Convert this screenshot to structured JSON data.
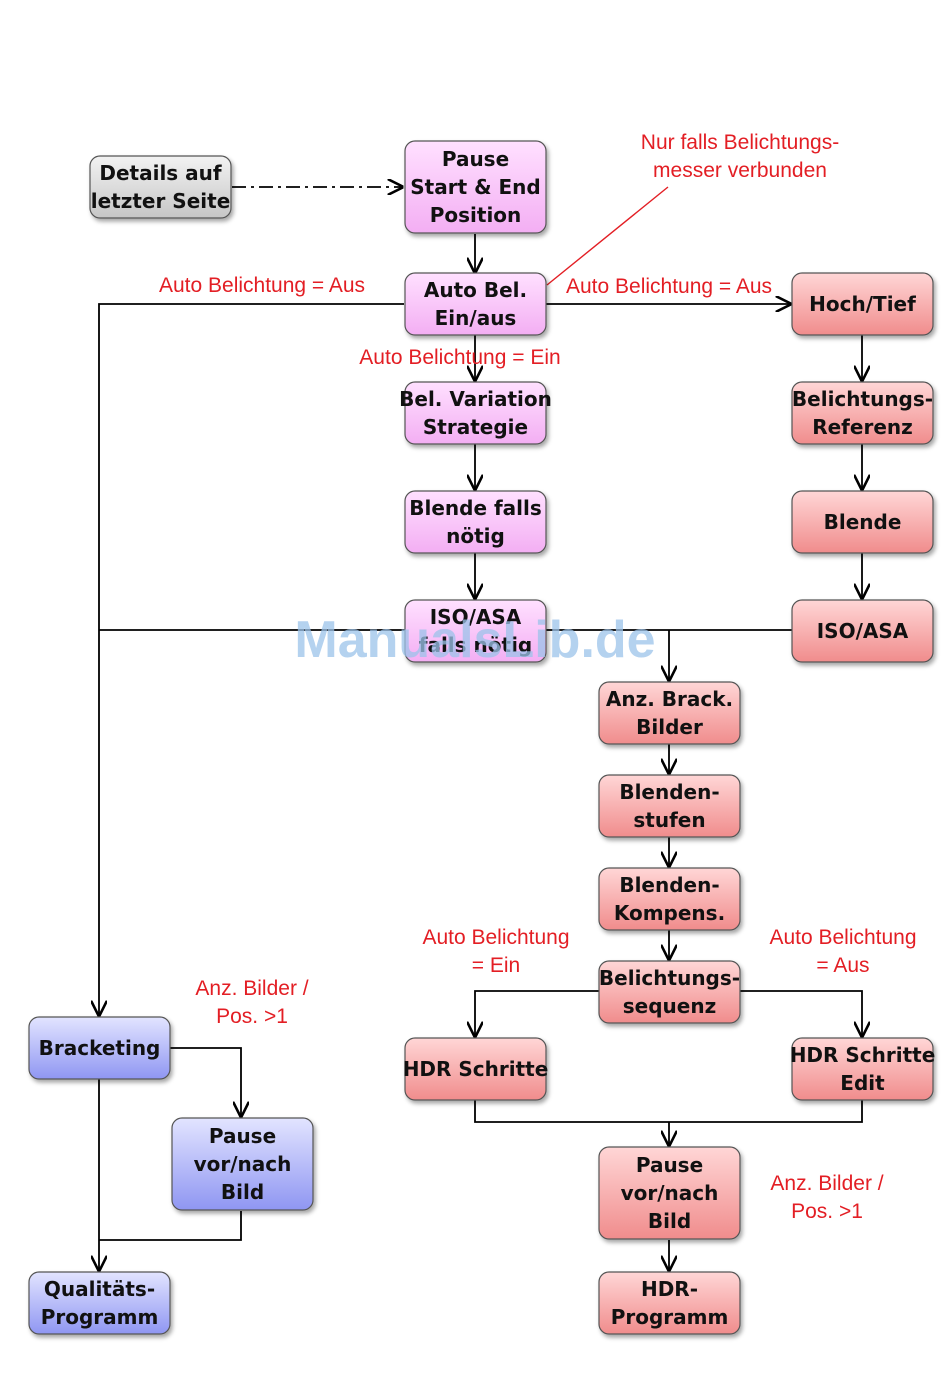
{
  "nodes": {
    "details": {
      "lines": [
        "Details auf",
        "letzter Seite"
      ],
      "color": "grey"
    },
    "pause_start": {
      "lines": [
        "Pause",
        "Start & End",
        "Position"
      ],
      "color": "pink"
    },
    "auto_bel": {
      "lines": [
        "Auto Bel.",
        "Ein/aus"
      ],
      "color": "pink"
    },
    "bel_variation": {
      "lines": [
        "Bel. Variation",
        "Strategie"
      ],
      "color": "pink"
    },
    "blende_falls": {
      "lines": [
        "Blende falls",
        "nötig"
      ],
      "color": "pink"
    },
    "iso_falls": {
      "lines": [
        "ISO/ASA",
        "falls nötig"
      ],
      "color": "pink"
    },
    "hoch_tief": {
      "lines": [
        "Hoch/Tief"
      ],
      "color": "red"
    },
    "bel_referenz": {
      "lines": [
        "Belichtungs-",
        "Referenz"
      ],
      "color": "red"
    },
    "blende": {
      "lines": [
        "Blende"
      ],
      "color": "red"
    },
    "iso_asa": {
      "lines": [
        "ISO/ASA"
      ],
      "color": "red"
    },
    "anz_brack": {
      "lines": [
        "Anz. Brack.",
        "Bilder"
      ],
      "color": "red"
    },
    "blendenstufen": {
      "lines": [
        "Blenden-",
        "stufen"
      ],
      "color": "red"
    },
    "blenden_kompens": {
      "lines": [
        "Blenden-",
        "Kompens."
      ],
      "color": "red"
    },
    "bel_sequenz": {
      "lines": [
        "Belichtungs-",
        "sequenz"
      ],
      "color": "red"
    },
    "hdr_schritte": {
      "lines": [
        "HDR Schritte"
      ],
      "color": "red"
    },
    "hdr_schritte_edit": {
      "lines": [
        "HDR Schritte",
        "Edit"
      ],
      "color": "red"
    },
    "pause_bild_hdr": {
      "lines": [
        "Pause",
        "vor/nach",
        "Bild"
      ],
      "color": "red"
    },
    "hdr_programm": {
      "lines": [
        "HDR-",
        "Programm"
      ],
      "color": "red"
    },
    "bracketing": {
      "lines": [
        "Bracketing"
      ],
      "color": "blue"
    },
    "pause_bild_brack": {
      "lines": [
        "Pause",
        "vor/nach",
        "Bild"
      ],
      "color": "blue"
    },
    "qualitaets": {
      "lines": [
        "Qualitäts-",
        "Programm"
      ],
      "color": "blue"
    }
  },
  "edge_labels": {
    "nur_falls": [
      "Nur falls Belichtungs-",
      "messer verbunden"
    ],
    "auto_aus_left": [
      "Auto Belichtung = Aus"
    ],
    "auto_aus_right": [
      "Auto Belichtung = Aus"
    ],
    "auto_ein": [
      "Auto Belichtung = Ein"
    ],
    "seq_ein": [
      "Auto Belichtung",
      "= Ein"
    ],
    "seq_aus": [
      "Auto Belichtung",
      "= Aus"
    ],
    "anz_bilder_left": [
      "Anz. Bilder /",
      "Pos. >1"
    ],
    "anz_bilder_right": [
      "Anz. Bilder /",
      "Pos. >1"
    ]
  },
  "watermark": "ManualsLib.de",
  "colors": {
    "grey": [
      "#f2f2f2",
      "#c6c6c6"
    ],
    "pink": [
      "#ffe0ff",
      "#f3aef3"
    ],
    "red": [
      "#ffd6d6",
      "#f08c8c"
    ],
    "blue": [
      "#e2e4ff",
      "#8f96f2"
    ],
    "label": "#e31e24"
  }
}
